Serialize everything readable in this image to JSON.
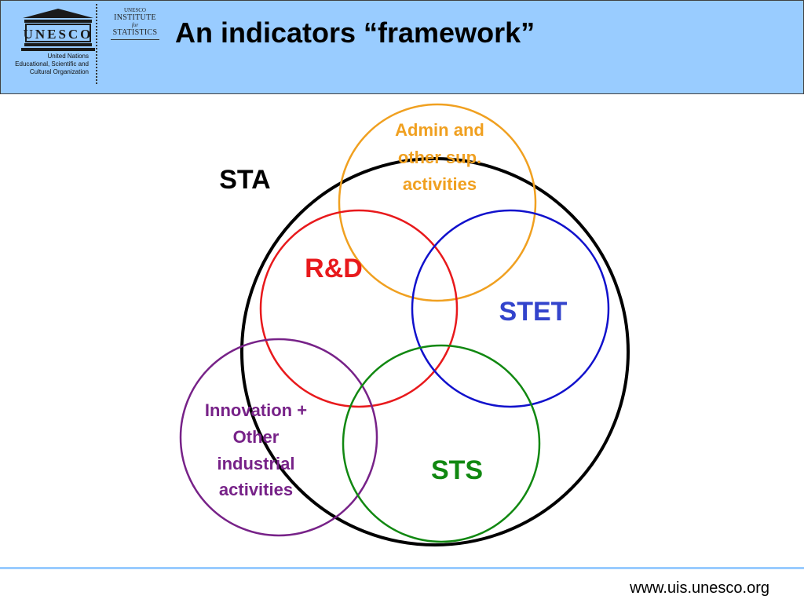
{
  "header": {
    "title": "An indicators “framework”",
    "unesco_logo_text": "UNESCO",
    "un_org_lines": [
      "United Nations",
      "Educational, Scientific and",
      "Cultural Organization"
    ],
    "uis_logo": {
      "top": "UNESCO",
      "line1": "INSTITUTE",
      "line2": "for",
      "line3": "STATISTICS"
    }
  },
  "diagram": {
    "sta": {
      "label": "STA",
      "color": "#000000"
    },
    "rd": {
      "label": "R&D",
      "color": "#e8191c"
    },
    "stet": {
      "label": "STET",
      "color": "#3344cc"
    },
    "sts": {
      "label": "STS",
      "color": "#118811"
    },
    "admin": {
      "lines": [
        "Admin and",
        "other sup.",
        "activities"
      ],
      "color": "#f0a020"
    },
    "innovation": {
      "lines": [
        "Innovation +",
        "Other",
        "industrial",
        "activities"
      ],
      "color": "#772288"
    }
  },
  "footer": {
    "url": "www.uis.unesco.org"
  },
  "colors": {
    "header_bg": "#99ccff",
    "rd_circle": "#e8191c",
    "stet_circle": "#1111cc",
    "sts_circle": "#118811",
    "admin_circle": "#f0a020",
    "innovation_circle": "#772288",
    "sta_circle": "#000000"
  }
}
